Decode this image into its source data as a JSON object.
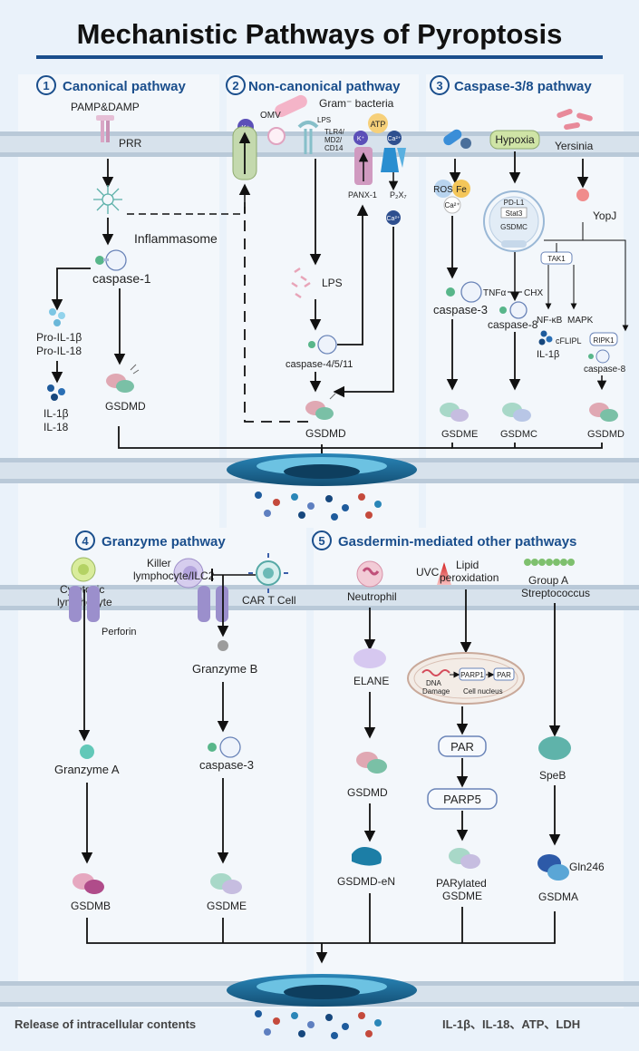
{
  "title": "Mechanistic Pathways of Pyroptosis",
  "colors": {
    "accent": "#1a4e8c",
    "membrane": "#9fb4c8",
    "lipid_head": "#c8d4e0",
    "pore": "#1f6f9e",
    "panel_bg": "#f3f7fb",
    "gap_bg": "#dbe8f5"
  },
  "panels": {
    "p1": {
      "num": "1",
      "title": "Canonical pathway",
      "pamp": "PAMP&DAMP",
      "prr": "PRR",
      "inflammasome": "Inflammasome",
      "casp1": "caspase-1",
      "pro1": "Pro-IL-1β",
      "pro2": "Pro-IL-18",
      "il1": "IL-1β",
      "il2": "IL-18",
      "gsdmd": "GSDMD"
    },
    "p2": {
      "num": "2",
      "title": "Non-canonical pathway",
      "bacteria": "Gram⁻ bacteria",
      "omv": "OMV",
      "k": "K⁺",
      "lps_small": "LPS",
      "tlr1": "TLR4/",
      "tlr2": "MD2/",
      "tlr3": "CD14",
      "atp": "ATP",
      "k2": "K⁺",
      "ca": "Ca²⁺",
      "panx": "PANX-1",
      "p2x7": "P₂X₇",
      "ca2": "Ca²⁺",
      "lps": "LPS",
      "casp": "caspase-4/5/11",
      "gsdmd": "GSDMD"
    },
    "p3": {
      "num": "3",
      "title": "Caspase-3/8 pathway",
      "hypoxia": "Hypoxia",
      "yersinia": "Yersinia",
      "pdl1": "PD-L1",
      "stat3": "Stat3",
      "gsdmc_n": "GSDMC",
      "ros": "ROS",
      "fe": "Fe",
      "ca": "Ca²⁺",
      "yopj": "YopJ",
      "tak1": "TAK1",
      "tnfa": "TNFα",
      "chx": "CHX",
      "casp3": "caspase-3",
      "casp8": "caspase-8",
      "nfkb": "NF-κB",
      "mapk": "MAPK",
      "il1b": "IL-1β",
      "cflip": "cFLIPL",
      "ripk1": "RIPK1",
      "casp8b": "caspase-8",
      "gsdme": "GSDME",
      "gsdmc": "GSDMC",
      "gsdmd": "GSDMD"
    },
    "p4": {
      "num": "4",
      "title": "Granzyme pathway",
      "cyto1": "Cytotoxic",
      "cyto2": "lymphocyte",
      "killer1": "Killer",
      "killer2": "lymphocyte/ILC2",
      "cart": "CAR T Cell",
      "perforin": "Perforin",
      "granzb": "Granzyme B",
      "granza": "Granzyme A",
      "casp3": "caspase-3",
      "gsdmb": "GSDMB",
      "gsdme": "GSDME"
    },
    "p5": {
      "num": "5",
      "title": "Gasdermin-mediated other pathways",
      "neutrophil": "Neutrophil",
      "uvc": "UVC",
      "lipid1": "Lipid",
      "lipid2": "peroxidation",
      "groupa1": "Group A",
      "groupa2": "Streptococcus",
      "elane": "ELANE",
      "dna1": "DNA",
      "dna2": "Damage",
      "parp1": "PARP1",
      "par_small": "PAR",
      "nucleus": "Cell nucleus",
      "par": "PAR",
      "parp5": "PARP5",
      "speb": "SpeB",
      "gsdmd": "GSDMD",
      "gsdmden": "GSDMD-eN",
      "parylated1": "PARylated",
      "parylated2": "GSDME",
      "gln": "Gln246",
      "gsdma": "GSDMA"
    }
  },
  "footer": {
    "release": "Release of intracellular contents",
    "cytokines": "IL-1β、IL-18、ATP、LDH"
  }
}
